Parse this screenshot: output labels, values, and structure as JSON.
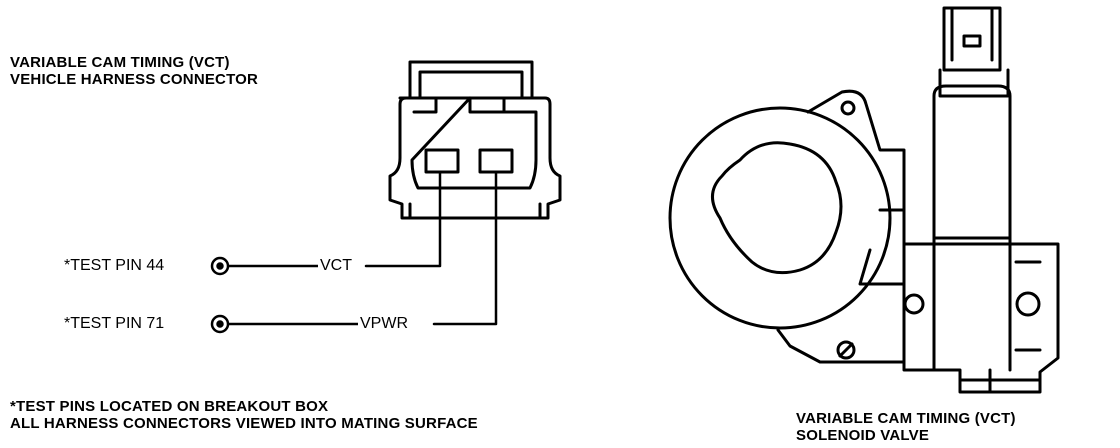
{
  "connector": {
    "title_line1": "VARIABLE CAM TIMING (VCT)",
    "title_line2": "VEHICLE HARNESS CONNECTOR"
  },
  "test_pins": [
    {
      "label": "*TEST PIN 44",
      "signal": "VCT"
    },
    {
      "label": "*TEST PIN 71",
      "signal": "VPWR"
    }
  ],
  "notes": {
    "line1": "*TEST PINS LOCATED ON BREAKOUT BOX",
    "line2": "ALL HARNESS CONNECTORS VIEWED INTO MATING SURFACE"
  },
  "solenoid": {
    "title_line1": "VARIABLE CAM TIMING (VCT)",
    "title_line2": "SOLENOID VALVE"
  },
  "colors": {
    "ink": "#000000",
    "paper": "#ffffff"
  }
}
